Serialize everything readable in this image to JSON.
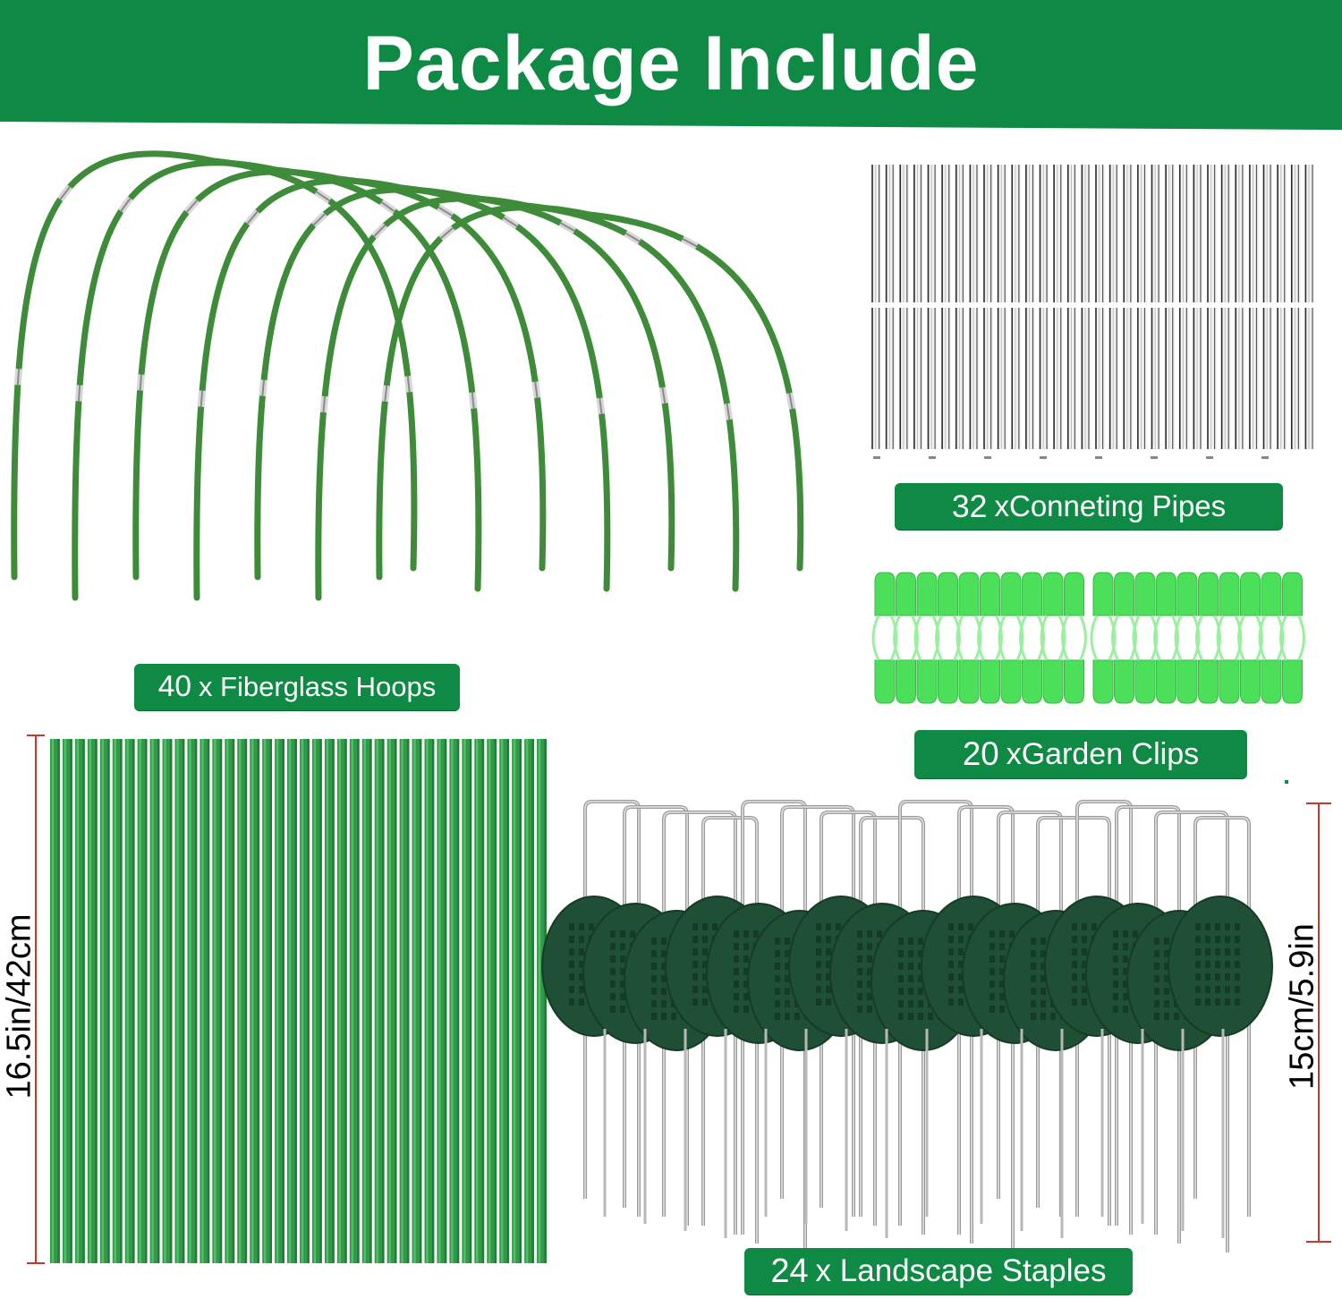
{
  "title": "Package Include",
  "items": {
    "hoops": {
      "count": "40",
      "label": "x Fiberglass Hoops"
    },
    "pipes": {
      "count": "32",
      "label": "xConneting Pipes"
    },
    "clips": {
      "count": "20",
      "label": " xGarden Clips"
    },
    "staples": {
      "count": "24",
      "label": "x Landscape Staples"
    }
  },
  "dimensions": {
    "rods": "16.5in/42cm",
    "staples": "15cm/5.9in"
  },
  "colors": {
    "banner": "#0f8a45",
    "hoop": "#3e8b3a",
    "rod": "#2f9a48",
    "clip": "#4ce05a",
    "washer": "#1f4f34",
    "dimension_line": "#c0392b"
  }
}
